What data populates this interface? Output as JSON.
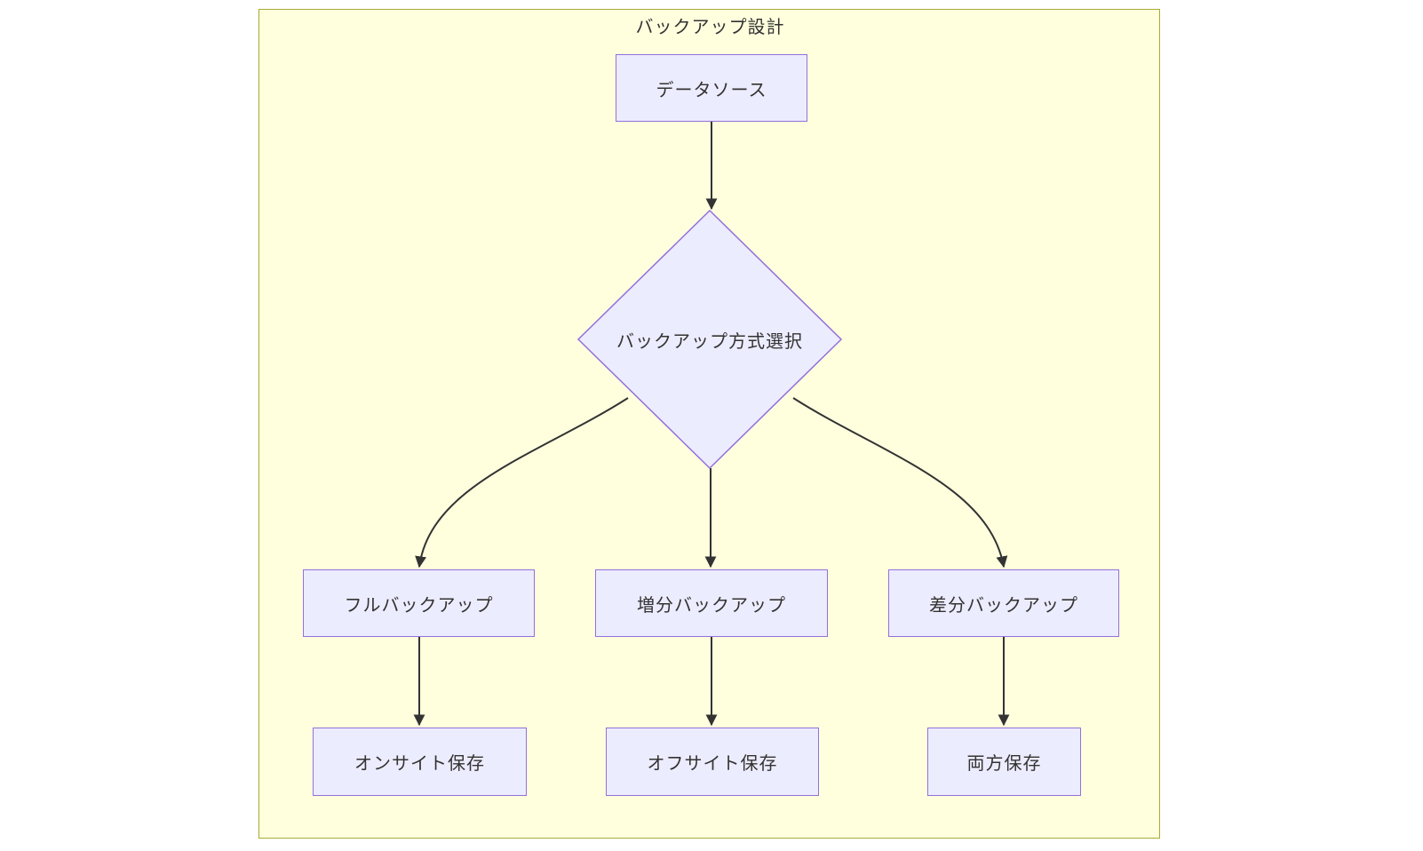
{
  "diagram": {
    "type": "flowchart",
    "title": "バックアップ設計",
    "nodes": {
      "source": {
        "label": "データソース",
        "shape": "rect"
      },
      "decision": {
        "label": "バックアップ方式選択",
        "shape": "diamond"
      },
      "full": {
        "label": "フルバックアップ",
        "shape": "rect"
      },
      "incremental": {
        "label": "増分バックアップ",
        "shape": "rect"
      },
      "differential": {
        "label": "差分バックアップ",
        "shape": "rect"
      },
      "onsite": {
        "label": "オンサイト保存",
        "shape": "rect"
      },
      "offsite": {
        "label": "オフサイト保存",
        "shape": "rect"
      },
      "both": {
        "label": "両方保存",
        "shape": "rect"
      }
    },
    "edges": [
      {
        "from": "データソース",
        "to": "バックアップ方式選択"
      },
      {
        "from": "バックアップ方式選択",
        "to": "フルバックアップ"
      },
      {
        "from": "バックアップ方式選択",
        "to": "増分バックアップ"
      },
      {
        "from": "バックアップ方式選択",
        "to": "差分バックアップ"
      },
      {
        "from": "フルバックアップ",
        "to": "オンサイト保存"
      },
      {
        "from": "増分バックアップ",
        "to": "オフサイト保存"
      },
      {
        "from": "差分バックアップ",
        "to": "両方保存"
      }
    ],
    "colors": {
      "node_fill": "#ECECFF",
      "node_border": "#9370DB",
      "container_fill": "#FFFFDE",
      "container_border": "#AAAA33",
      "edge": "#333333",
      "text": "#333333"
    }
  }
}
